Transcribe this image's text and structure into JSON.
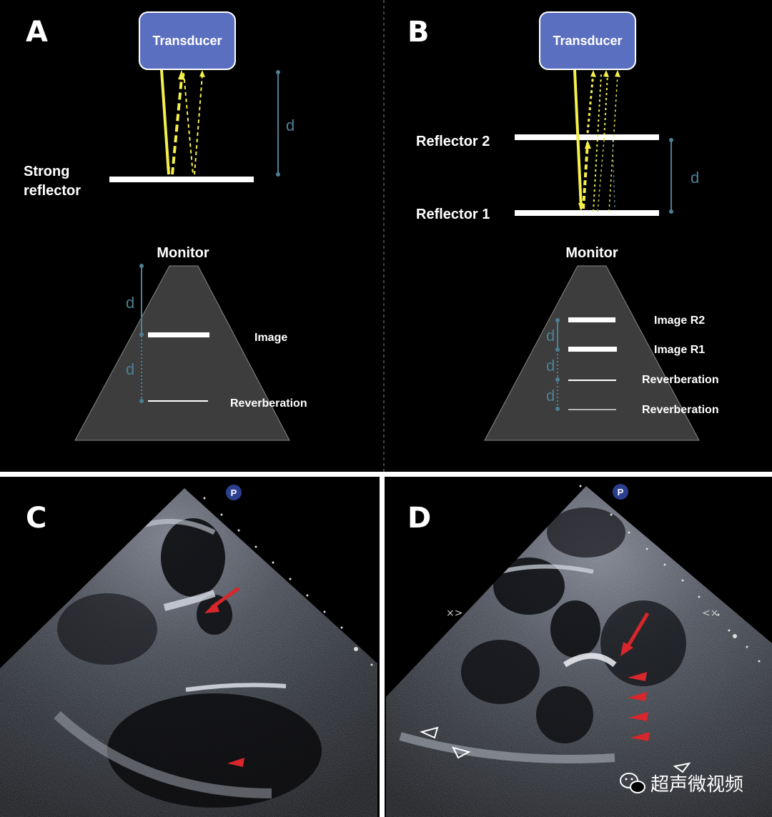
{
  "panels": {
    "A": {
      "letter": "A",
      "transducer": "Transducer",
      "reflector": [
        "Strong",
        "reflector"
      ],
      "distance": "d",
      "monitor": "Monitor",
      "monitor_distance": [
        "d",
        "d"
      ],
      "image": "Image",
      "reverberation": "Reverberation"
    },
    "B": {
      "letter": "B",
      "transducer": "Transducer",
      "reflector2": "Reflector 2",
      "reflector1": "Reflector 1",
      "distance": "d",
      "monitor": "Monitor",
      "monitor_distance": [
        "d",
        "d",
        "d"
      ],
      "image_r2": "Image R2",
      "image_r1": "Image R1",
      "reverberation1": "Reverberation",
      "reverberation2": "Reverberation"
    },
    "C": {
      "letter": "C",
      "marker": "P"
    },
    "D": {
      "letter": "D",
      "marker": "P"
    }
  },
  "watermark": {
    "text": "超声微视频",
    "icon": "wechat-icon"
  },
  "colors": {
    "transducer_fill": "#5b6fc0",
    "beam": "#f4ef4a",
    "dimension": "#4e7f93",
    "monitor_fill": "#3d3d3d",
    "arrow": "#d8262b"
  }
}
